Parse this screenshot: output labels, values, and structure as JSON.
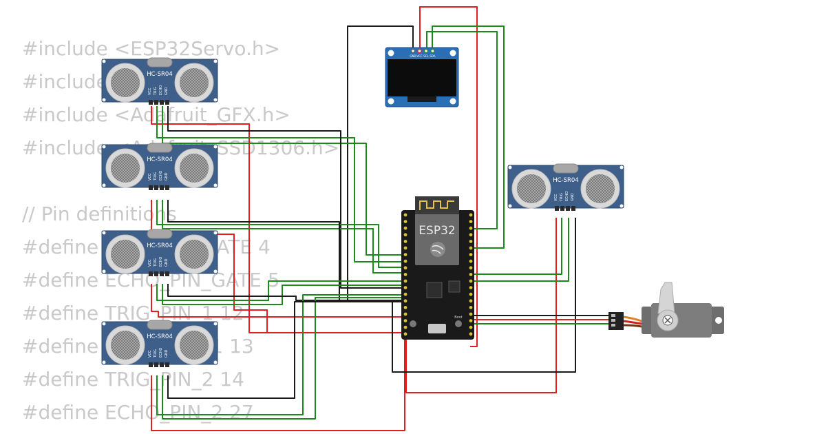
{
  "background_code": [
    "#include <ESP32Servo.h>",
    "#include <Wire.h>",
    "#include <Adafruit_GFX.h>",
    "#include <Adafruit_SSD1306.h>",
    "",
    "// Pin definitions",
    "#define TRIG_PIN_GATE 4",
    "#define ECHO_PIN_GATE 5",
    "#define TRIG_PIN_1 12",
    "#define ECHO_PIN_1 13",
    "#define TRIG_PIN_2 14",
    "#define ECHO_PIN_2 27"
  ],
  "components": {
    "sensor_label": "HC-SR04",
    "sensor_pins": [
      "VCC",
      "TRIG",
      "ECHO",
      "GND"
    ],
    "mcu_label": "ESP32",
    "mcu_boot_label": "Boot",
    "oled_pins": [
      "GND",
      "VCC",
      "SCL",
      "SDA"
    ]
  },
  "colors": {
    "pcb_blue": "#3e5f8a",
    "wire_red": "#e02020",
    "wire_green": "#1a8a1a",
    "wire_black": "#1a1a1a",
    "servo_body": "#6e6e6e",
    "code_text": "#c9c9c9"
  }
}
